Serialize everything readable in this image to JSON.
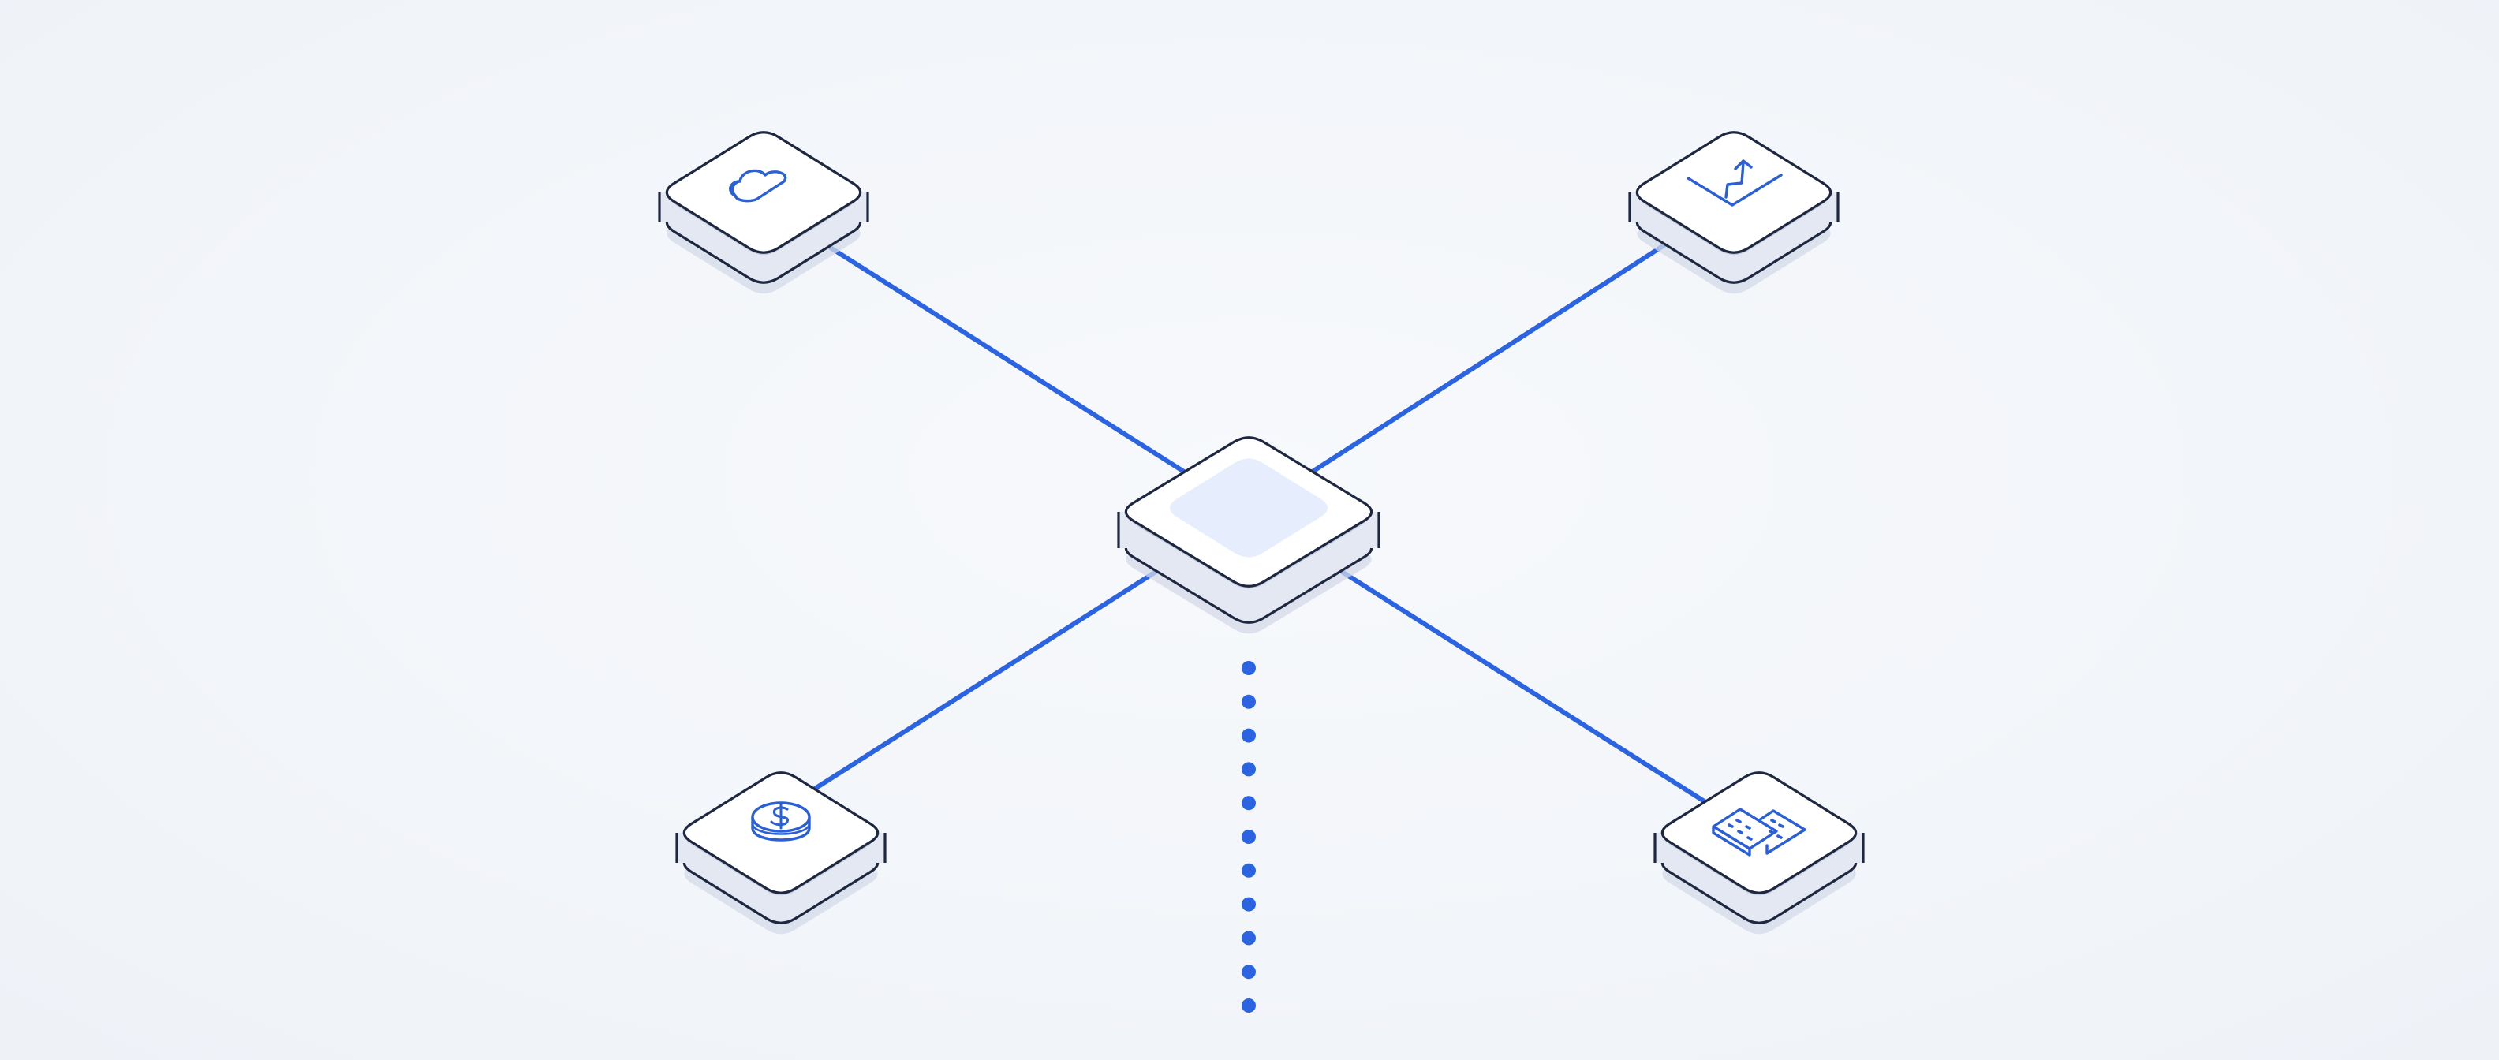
{
  "colors": {
    "background": "#f3f6fa",
    "connector": "#2b63e0",
    "node_outline": "#1e2740",
    "node_top": "#ffffff",
    "node_side": "#e4e8f3",
    "node_shadow": "#d3dae8",
    "icon_stroke": "#2b5fd6",
    "hub_inner": "#e6edfc"
  },
  "hub": {
    "icon": "none",
    "inner_highlight": true
  },
  "nodes": [
    {
      "id": "cloud",
      "icon": "cloud-icon"
    },
    {
      "id": "growth",
      "icon": "trend-up-icon"
    },
    {
      "id": "currency",
      "icon": "coin-icon"
    },
    {
      "id": "buildings",
      "icon": "building-icon"
    }
  ],
  "connectors": [
    {
      "from": "hub",
      "to": "cloud",
      "style": "solid"
    },
    {
      "from": "hub",
      "to": "growth",
      "style": "solid"
    },
    {
      "from": "hub",
      "to": "currency",
      "style": "solid"
    },
    {
      "from": "hub",
      "to": "buildings",
      "style": "solid"
    },
    {
      "from": "hub",
      "to": "below",
      "style": "dotted"
    }
  ]
}
